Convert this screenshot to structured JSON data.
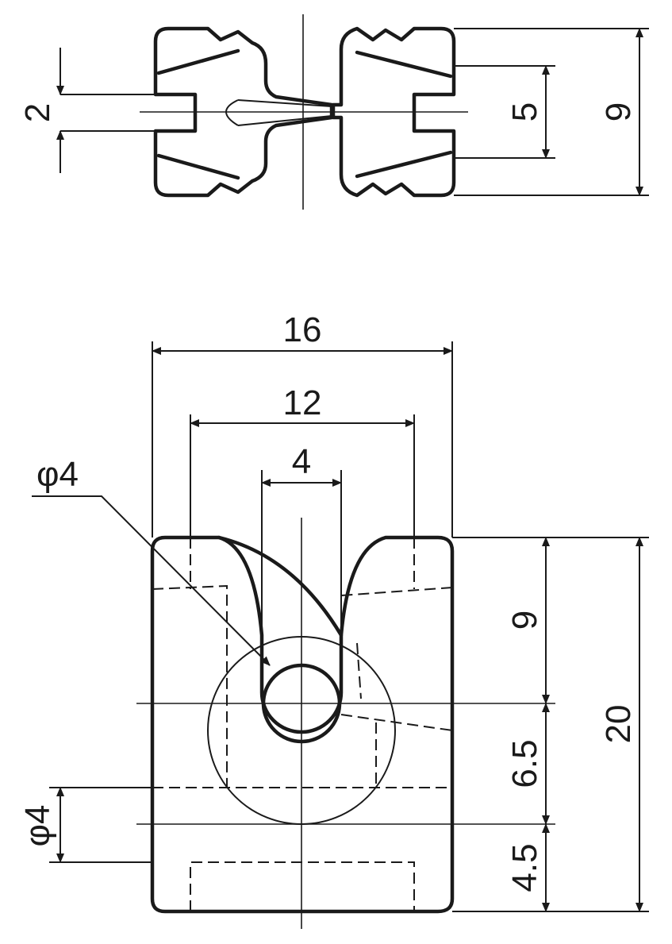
{
  "top_view": {
    "dims": {
      "slot_width": "2",
      "slot_height": "5",
      "overall_height": "9"
    }
  },
  "front_view": {
    "dims": {
      "overall_width": "16",
      "inner_width": "12",
      "slot_width": "4",
      "upper_height": "9",
      "mid_height": "6.5",
      "bottom_height": "4.5",
      "overall_height": "20"
    },
    "callouts": {
      "hole_diameter": "φ4",
      "side_hole_diameter": "φ4"
    }
  }
}
